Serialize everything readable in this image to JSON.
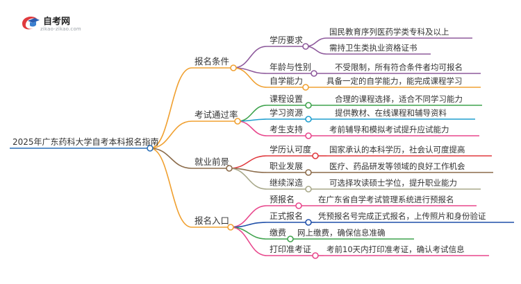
{
  "logo": {
    "title": "自考网",
    "url": "zikao-zikao.com",
    "icon": "graduation-cap-icon"
  },
  "mindmap": {
    "root": "2025年广东药科大学自考本科报名指南",
    "branches": [
      {
        "label": "报名条件",
        "color": "#f0a030",
        "children": [
          {
            "label": "学历要求",
            "color": "#8e5a9c",
            "leaves": [
              "国民教育序列医药学类专科及以上",
              "需持卫生类执业资格证书"
            ]
          },
          {
            "label": "年龄与性别",
            "color": "#8e5a9c",
            "leaves": [
              "不受限制，所有符合条件者均可报名"
            ]
          },
          {
            "label": "自学能力",
            "color": "#f0a030",
            "leaves": [
              "具备一定的自学能力，能完成课程学习"
            ]
          }
        ]
      },
      {
        "label": "考试通过率",
        "color": "#f0a030",
        "children": [
          {
            "label": "课程设置",
            "color": "#3fa34d",
            "leaves": [
              "合理的课程选择，适合不同学习能力"
            ]
          },
          {
            "label": "学习资源",
            "color": "#1f9ecf",
            "leaves": [
              "提供教材、在线课程和辅导资料"
            ]
          },
          {
            "label": "考生支持",
            "color": "#e8478c",
            "leaves": [
              "考前辅导和模拟考试提升应试能力"
            ]
          }
        ]
      },
      {
        "label": "就业前景",
        "color": "#8b6b4a",
        "children": [
          {
            "label": "学历认可度",
            "color": "#e0393e",
            "leaves": [
              "国家承认的本科学历，社会认可度提高"
            ]
          },
          {
            "label": "职业发展",
            "color": "#8b6b4a",
            "leaves": [
              "医疗、药品研发等领域的良好工作机会"
            ]
          },
          {
            "label": "继续深造",
            "color": "#a8a88a",
            "leaves": [
              "可选择攻读硕士学位，提升职业能力"
            ]
          }
        ]
      },
      {
        "label": "报名入口",
        "color": "#f0a030",
        "children": [
          {
            "label": "预报名",
            "color": "#e8478c",
            "leaves": [
              "在广东省自学考试管理系统进行预报名"
            ]
          },
          {
            "label": "正式报名",
            "color": "#1f4fa8",
            "leaves": [
              "凭预报名号完成正式报名，上传照片和身份验证"
            ]
          },
          {
            "label": "缴费",
            "color": "#3fa34d",
            "leaves": [
              "网上缴费，确保信息准确"
            ]
          },
          {
            "label": "打印准考证",
            "color": "#e8478c",
            "leaves": [
              "考前10天内打印准考证，确认考试信息"
            ]
          }
        ]
      }
    ]
  }
}
